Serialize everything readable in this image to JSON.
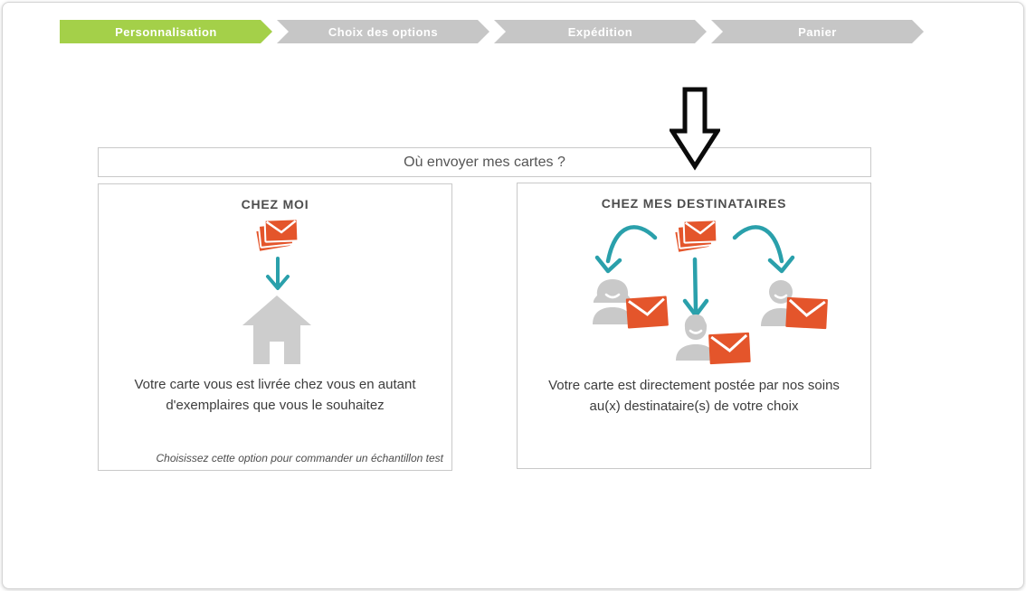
{
  "steps": [
    {
      "label": "Personnalisation",
      "state": "active"
    },
    {
      "label": "Choix des options",
      "state": "inactive"
    },
    {
      "label": "Expédition",
      "state": "inactive"
    },
    {
      "label": "Panier",
      "state": "inactive"
    }
  ],
  "header": {
    "title": "Où envoyer mes cartes ?"
  },
  "options": {
    "chez_moi": {
      "title": "CHEZ MOI",
      "description": "Votre carte vous est livrée chez vous en autant d'exemplaires que vous le souhaitez",
      "note": "Choisissez cette option pour commander un échantillon test"
    },
    "chez_mes_destinataires": {
      "title": "CHEZ MES DESTINATAIRES",
      "description": "Votre carte est directement postée par nos soins au(x) destinataire(s) de votre choix"
    }
  },
  "icons": {
    "attention_arrow": "large-black-outlined-down-arrow",
    "chez_moi": [
      "envelope-stack-icon",
      "down-arrow-icon",
      "house-icon"
    ],
    "chez_mes_destinataires": [
      "envelope-stack-icon",
      "curved-arrow-left-icon",
      "straight-down-arrow-icon",
      "curved-arrow-right-icon",
      "person-female-icon",
      "person-child-icon",
      "person-male-icon",
      "envelope-icon",
      "envelope-icon",
      "envelope-icon"
    ]
  },
  "colors": {
    "step_active_green": "#a4d049",
    "step_inactive_gray": "#c6c6c6",
    "envelope_orange": "#e4552b",
    "arrow_teal": "#2aa0ab",
    "icon_gray": "#cdcdcd",
    "border_gray": "#c9c9c9",
    "text_dark": "#3d3d3d"
  }
}
